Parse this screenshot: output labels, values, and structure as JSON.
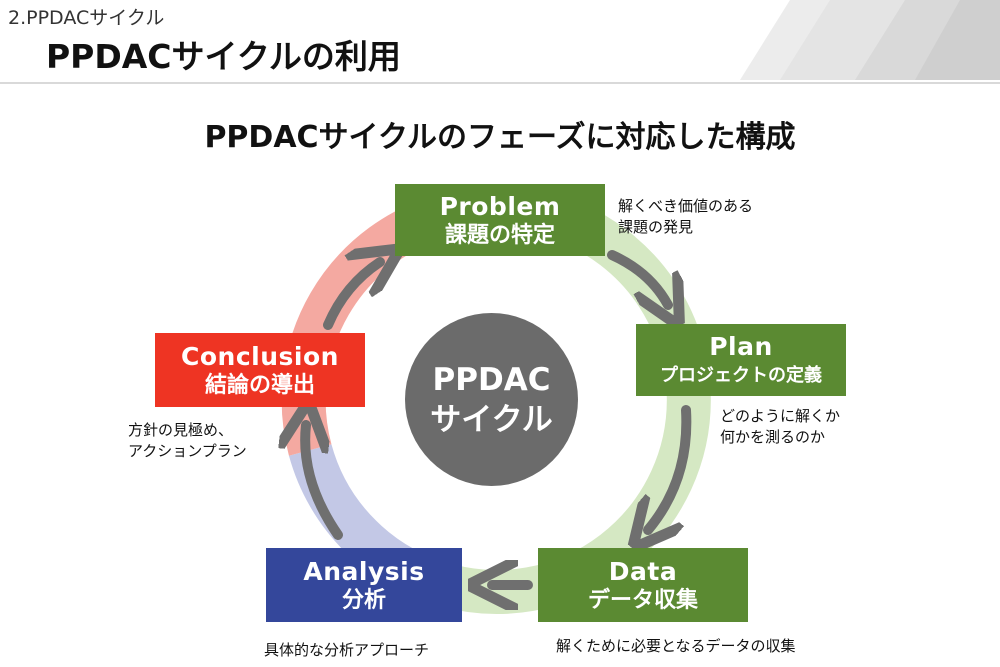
{
  "header": {
    "section_label": "2.PPDACサイクル",
    "title": "PPDACサイクルの利用"
  },
  "diagram": {
    "title": "PPDACサイクルのフェーズに対応した構成",
    "center": {
      "line1": "PPDAC",
      "line2": "サイクル"
    },
    "phases": {
      "problem": {
        "en": "Problem",
        "ja": "課題の特定",
        "note_line1": "解くべき価値のある",
        "note_line2": "課題の発見"
      },
      "plan": {
        "en": "Plan",
        "ja": "プロジェクトの定義",
        "note_line1": "どのように解くか",
        "note_line2": "何かを測るのか"
      },
      "data": {
        "en": "Data",
        "ja": "データ収集",
        "note_line1": "解くために必要となるデータの収集"
      },
      "analysis": {
        "en": "Analysis",
        "ja": "分析",
        "note_line1": "具体的な分析アプローチ"
      },
      "conclusion": {
        "en": "Conclusion",
        "ja": "結論の導出",
        "note_line1": "方針の見極め、",
        "note_line2": "アクションプラン"
      }
    },
    "colors": {
      "green_box": "#5b8a32",
      "red_box": "#ee3423",
      "blue_box": "#34479b",
      "ring_green": "#d5e8c3",
      "ring_red": "#f4a9a1",
      "ring_blue": "#c3c8e6",
      "center": "#6b6b6b",
      "arrow": "#6f6f6f"
    }
  }
}
